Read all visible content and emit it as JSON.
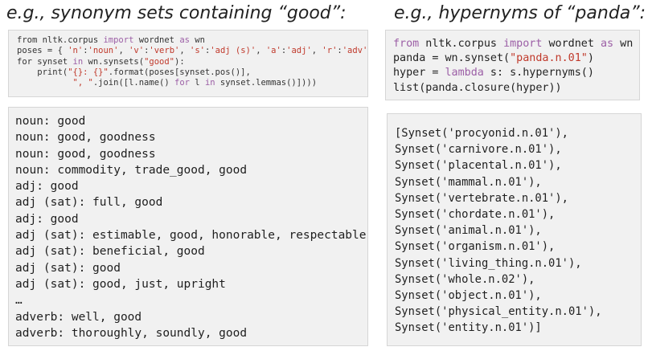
{
  "left": {
    "heading": "e.g., synonym sets containing “good”:",
    "code_lines": [
      [
        [
          "from nltk.corpus ",
          ""
        ],
        [
          "import",
          "kw"
        ],
        [
          " wordnet ",
          ""
        ],
        [
          "as",
          "kw"
        ],
        [
          " wn",
          ""
        ]
      ],
      [
        [
          "poses = { ",
          ""
        ],
        [
          "'n'",
          "str"
        ],
        [
          ":",
          ""
        ],
        [
          "'noun'",
          "str"
        ],
        [
          ", ",
          ""
        ],
        [
          "'v'",
          "str"
        ],
        [
          ":",
          ""
        ],
        [
          "'verb'",
          "str"
        ],
        [
          ", ",
          ""
        ],
        [
          "'s'",
          "str"
        ],
        [
          ":",
          ""
        ],
        [
          "'adj (s)'",
          "str"
        ],
        [
          ", ",
          ""
        ],
        [
          "'a'",
          "str"
        ],
        [
          ":",
          ""
        ],
        [
          "'adj'",
          "str"
        ],
        [
          ", ",
          ""
        ],
        [
          "'r'",
          "str"
        ],
        [
          ":",
          ""
        ],
        [
          "'adv'",
          "str"
        ],
        [
          "}",
          ""
        ]
      ],
      [
        [
          "for synset ",
          ""
        ],
        [
          "in",
          "kw"
        ],
        [
          " wn.synsets(",
          ""
        ],
        [
          "\"good\"",
          "str"
        ],
        [
          "):",
          ""
        ]
      ],
      [
        [
          "    print(",
          ""
        ],
        [
          "\"{}: {}\"",
          "str"
        ],
        [
          ".format(poses[synset.pos()],",
          ""
        ]
      ],
      [
        [
          "           ",
          ""
        ],
        [
          "\", \"",
          "str"
        ],
        [
          ".join([l.name() ",
          ""
        ],
        [
          "for",
          "kw"
        ],
        [
          " l ",
          ""
        ],
        [
          "in",
          "kw"
        ],
        [
          " synset.lemmas()])))",
          ""
        ]
      ]
    ],
    "output_lines": [
      "noun: good",
      "noun: good, goodness",
      "noun: good, goodness",
      "noun: commodity, trade_good, good",
      "adj: good",
      "adj (sat): full, good",
      "adj: good",
      "adj (sat): estimable, good, honorable, respectable",
      "adj (sat): beneficial, good",
      "adj (sat): good",
      "adj (sat): good, just, upright",
      "…",
      "adverb: well, good",
      "adverb: thoroughly, soundly, good"
    ]
  },
  "right": {
    "heading": "e.g., hypernyms of “panda”:",
    "code_lines": [
      [
        [
          "from",
          "kw"
        ],
        [
          " nltk.corpus ",
          ""
        ],
        [
          "import",
          "kw"
        ],
        [
          " wordnet ",
          ""
        ],
        [
          "as",
          "kw"
        ],
        [
          " wn",
          ""
        ]
      ],
      [
        [
          "panda = wn.synset(",
          ""
        ],
        [
          "\"panda.n.01\"",
          "str"
        ],
        [
          ")",
          ""
        ]
      ],
      [
        [
          "hyper = ",
          ""
        ],
        [
          "lambda",
          "kw"
        ],
        [
          " s: s.hypernyms()",
          ""
        ]
      ],
      [
        [
          "list(panda.closure(hyper))",
          ""
        ]
      ]
    ],
    "output_lines": [
      "[Synset('procyonid.n.01'),",
      "Synset('carnivore.n.01'),",
      "Synset('placental.n.01'),",
      "Synset('mammal.n.01'),",
      "Synset('vertebrate.n.01'),",
      "Synset('chordate.n.01'),",
      "Synset('animal.n.01'),",
      "Synset('organism.n.01'),",
      "Synset('living_thing.n.01'),",
      "Synset('whole.n.02'),",
      "Synset('object.n.01'),",
      "Synset('physical_entity.n.01'),",
      "Synset('entity.n.01')]"
    ]
  },
  "colors": {
    "keyword": "#9c5fa6",
    "string": "#c0392b",
    "box_background": "#f1f1f1"
  }
}
